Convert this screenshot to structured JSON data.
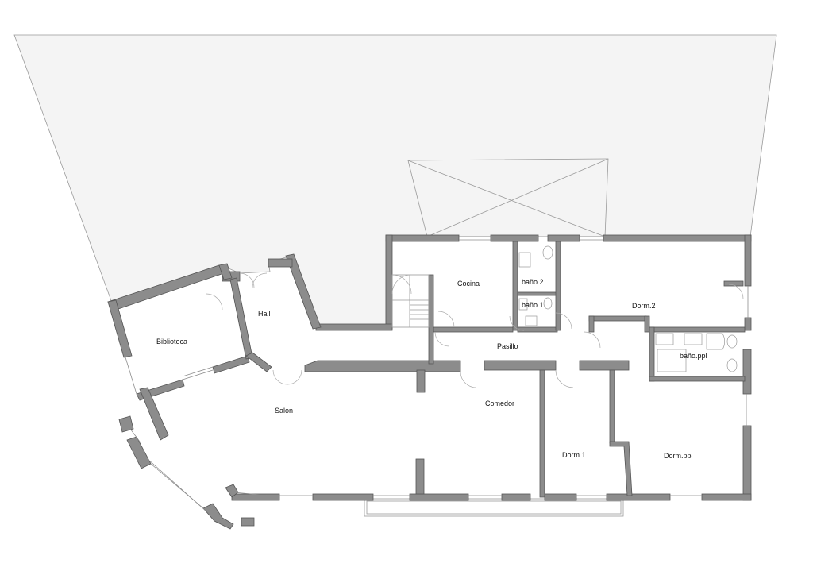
{
  "rooms": {
    "biblioteca": "Biblioteca",
    "hall": "Hall",
    "cocina": "Cocina",
    "bano2": "baño 2",
    "bano1": "baño 1",
    "dorm2": "Dorm.2",
    "pasillo": "Pasillo",
    "bano_ppl": "baño.ppl",
    "salon": "Salon",
    "comedor": "Comedor",
    "dorm1": "Dorm.1",
    "dorm_ppl": "Dorm.ppl"
  },
  "colors": {
    "wall": "#8c8c8c",
    "garden": "#f4f4f4",
    "line": "#9a9a9a"
  }
}
